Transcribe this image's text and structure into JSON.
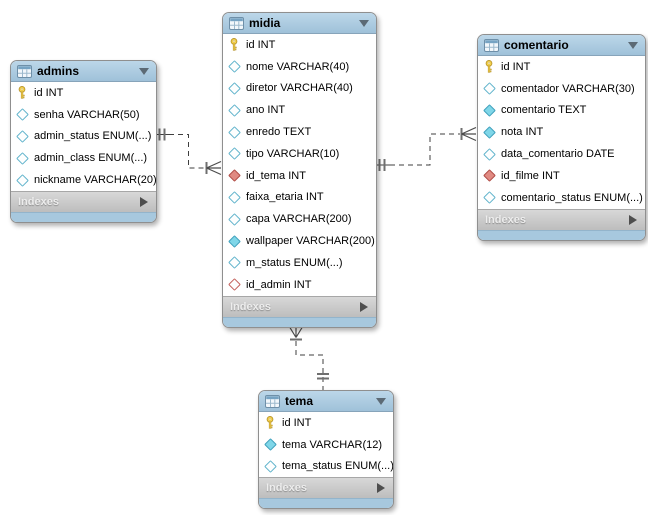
{
  "diagram": {
    "tables": [
      {
        "name": "admins",
        "title": "admins",
        "indexes_label": "Indexes",
        "columns": [
          {
            "label": "id INT",
            "kind": "primary-key"
          },
          {
            "label": "senha VARCHAR(50)",
            "kind": "nullable"
          },
          {
            "label": "admin_status ENUM(...)",
            "kind": "nullable"
          },
          {
            "label": "admin_class ENUM(...)",
            "kind": "nullable"
          },
          {
            "label": "nickname VARCHAR(20)",
            "kind": "nullable"
          }
        ]
      },
      {
        "name": "midia",
        "title": "midia",
        "indexes_label": "Indexes",
        "columns": [
          {
            "label": "id INT",
            "kind": "primary-key"
          },
          {
            "label": "nome VARCHAR(40)",
            "kind": "nullable"
          },
          {
            "label": "diretor VARCHAR(40)",
            "kind": "nullable"
          },
          {
            "label": "ano INT",
            "kind": "nullable"
          },
          {
            "label": "enredo TEXT",
            "kind": "nullable"
          },
          {
            "label": "tipo VARCHAR(10)",
            "kind": "nullable"
          },
          {
            "label": "id_tema INT",
            "kind": "foreign-key-notnull"
          },
          {
            "label": "faixa_etaria INT",
            "kind": "nullable"
          },
          {
            "label": "capa VARCHAR(200)",
            "kind": "nullable"
          },
          {
            "label": "wallpaper VARCHAR(200)",
            "kind": "notnull"
          },
          {
            "label": "m_status ENUM(...)",
            "kind": "nullable"
          },
          {
            "label": "id_admin INT",
            "kind": "foreign-key"
          }
        ]
      },
      {
        "name": "comentario",
        "title": "comentario",
        "indexes_label": "Indexes",
        "columns": [
          {
            "label": "id INT",
            "kind": "primary-key"
          },
          {
            "label": "comentador VARCHAR(30)",
            "kind": "nullable"
          },
          {
            "label": "comentario TEXT",
            "kind": "notnull"
          },
          {
            "label": "nota INT",
            "kind": "notnull"
          },
          {
            "label": "data_comentario DATE",
            "kind": "nullable"
          },
          {
            "label": "id_filme INT",
            "kind": "foreign-key-notnull"
          },
          {
            "label": "comentario_status ENUM(...)",
            "kind": "nullable"
          }
        ]
      },
      {
        "name": "tema",
        "title": "tema",
        "indexes_label": "Indexes",
        "columns": [
          {
            "label": "id INT",
            "kind": "primary-key"
          },
          {
            "label": "tema VARCHAR(12)",
            "kind": "notnull"
          },
          {
            "label": "tema_status ENUM(...)",
            "kind": "nullable"
          }
        ]
      }
    ],
    "relationships": [
      {
        "name": "admins-midia",
        "from": "admins",
        "to": "midia",
        "from_cardinality": "one",
        "to_cardinality": "many",
        "line_style": "dashed"
      },
      {
        "name": "midia-comentario",
        "from": "midia",
        "to": "comentario",
        "from_cardinality": "one",
        "to_cardinality": "many",
        "line_style": "dashed"
      },
      {
        "name": "tema-midia",
        "from": "tema",
        "to": "midia",
        "from_cardinality": "one",
        "to_cardinality": "many",
        "line_style": "dashed"
      }
    ],
    "colors": {
      "header_top": "#bcd7e9",
      "header_bottom": "#9fc1d9",
      "footer": "#a7c8de",
      "indexes_bar": "#c9c9c9",
      "primary_key": "#f5d34f",
      "notnull_fill": "#7fd6e8",
      "fk_fill": "#e08a82",
      "line": "#3f3f3f"
    }
  }
}
